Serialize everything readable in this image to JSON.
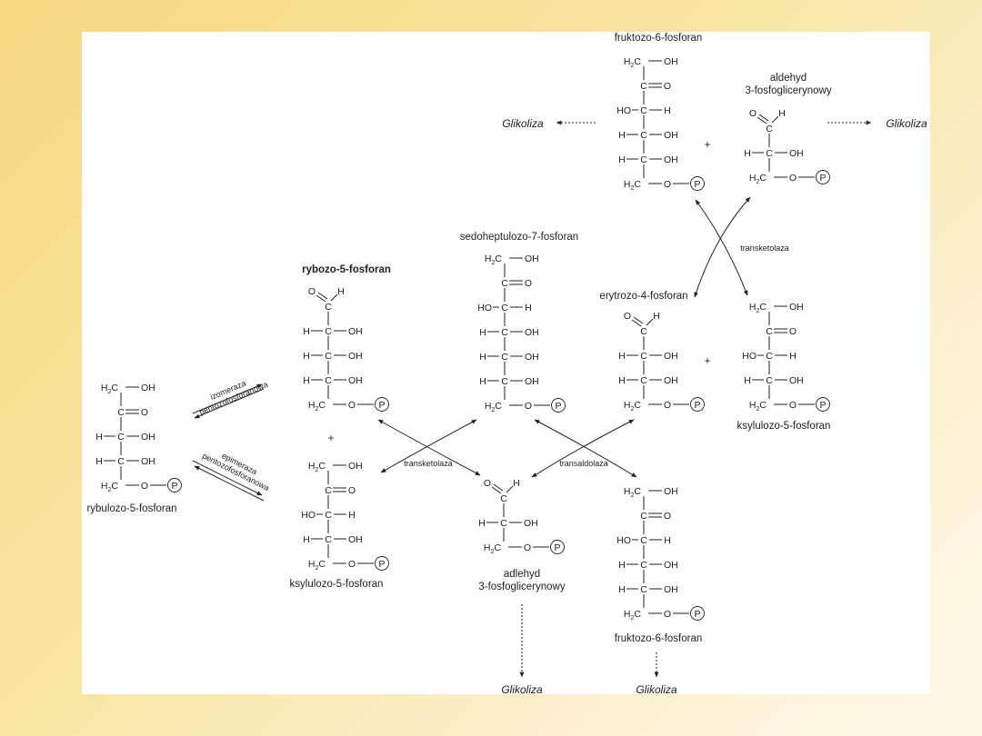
{
  "colors": {
    "background_start": "#f7d880",
    "background_end": "#fdf8e8",
    "panel": "#ffffff",
    "ink": "#222222"
  },
  "labels": {
    "f6p_top": "fruktozo-6-fosforan",
    "g3p_top_line1": "aldehyd",
    "g3p_top_line2": "3-fosfoglicerynowy",
    "glycolysis_left": "Glikoliza",
    "glycolysis_right": "Glikoliza",
    "transketolase_right": "transketolaza",
    "s7p": "sedoheptulozo-7-fosforan",
    "r5p": "rybozo-5-fosforan",
    "e4p": "erytrozo-4-fosforan",
    "x5p_right": "ksylulozo-5-fosforan",
    "ru5p": "rybulozo-5-fosforan",
    "isomerase_line1": "izomeraza",
    "isomerase_line2": "pentozofosforanowa",
    "epimerase_line1": "epimeraza",
    "epimerase_line2": "pentozofosforanowa",
    "transketolase_mid": "transketolaza",
    "transaldolase": "transaldolaza",
    "x5p_bottom": "ksylulozo-5-fosforan",
    "g3p_bottom_line1": "adlehyd",
    "g3p_bottom_line2": "3-fosfoglicerynowy",
    "f6p_bottom": "fruktozo-6-fosforan",
    "glycolysis_bottom_1": "Glikoliza",
    "glycolysis_bottom_2": "Glikoliza",
    "plus_sign": "+"
  },
  "atoms": {
    "H": "H",
    "C": "C",
    "O": "O",
    "OH": "OH",
    "HO": "HO",
    "P": "P",
    "sub2": "2"
  }
}
